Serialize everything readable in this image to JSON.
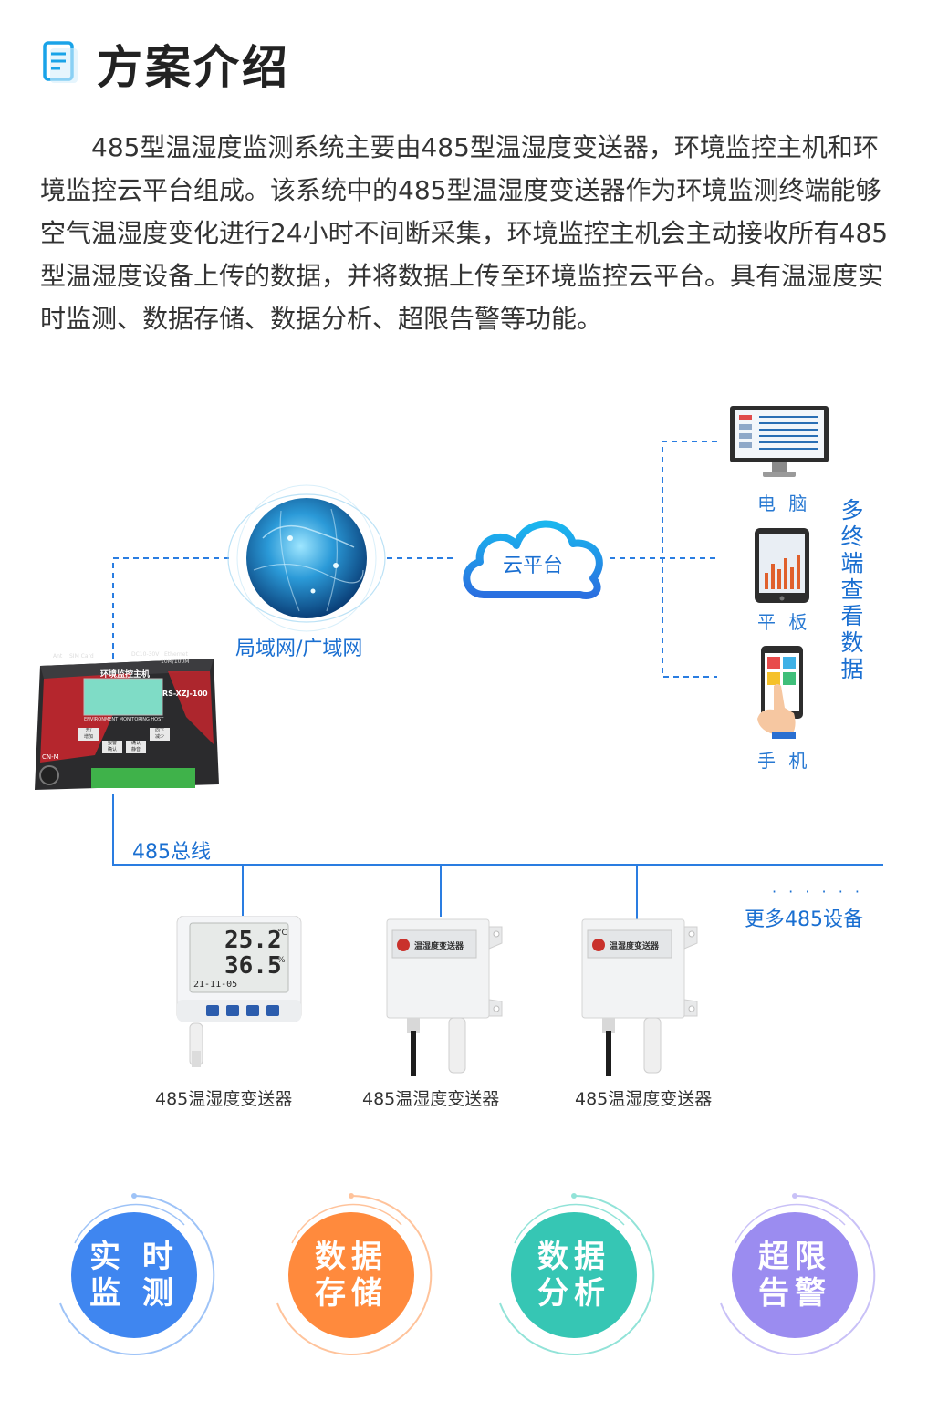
{
  "header": {
    "title": "方案介绍"
  },
  "intro": "485型温湿度监测系统主要由485型温湿度变送器，环境监控主机和环境监控云平台组成。该系统中的485型温湿度变送器作为环境监测终端能够空气温湿度变化进行24小时不间断采集，环境监控主机会主动接收所有485型温湿度设备上传的数据，并将数据上传至环境监控云平台。具有温湿度实时监测、数据存储、数据分析、超限告警等功能。",
  "diagram": {
    "network_label": "局域网/广域网",
    "cloud_label": "云平台",
    "bus_label": "485总线",
    "more_devices_label": "更多485设备",
    "more_dots": "· · · · · ·",
    "host": {
      "title": "环境监控主机",
      "model": "RS-XZJ-100",
      "subtitle": "ENVIRONMENT MONITORING HOST",
      "port_labels": [
        "Ant",
        "SIM Card",
        "DC10-30V",
        "Ethernet",
        "10M/100M"
      ],
      "buttons": [
        "开/\n增加",
        "报警\n确认",
        "确认\n静音",
        "向下\n减少"
      ],
      "tag": "CN-M"
    },
    "terminals": {
      "pc": "电 脑",
      "tablet": "平 板",
      "phone": "手 机",
      "multi": "多终端查看数据"
    },
    "sensors": [
      {
        "label": "485温湿度变送器",
        "temp": "25.2",
        "temp_unit": "°C",
        "hum": "36.5",
        "hum_unit": "%",
        "date": "21-11-05"
      },
      {
        "label": "485温湿度变送器",
        "plate": "温湿度变送器"
      },
      {
        "label": "485温湿度变送器",
        "plate": "温湿度变送器"
      }
    ]
  },
  "features": [
    {
      "line1": "实 时",
      "line2": "监 测",
      "color": "#3f86f0"
    },
    {
      "line1": "数据",
      "line2": "存储",
      "color": "#ff8a3d"
    },
    {
      "line1": "数据",
      "line2": "分析",
      "color": "#36c6b4"
    },
    {
      "line1": "超限",
      "line2": "告警",
      "color": "#9b8cf0"
    }
  ]
}
